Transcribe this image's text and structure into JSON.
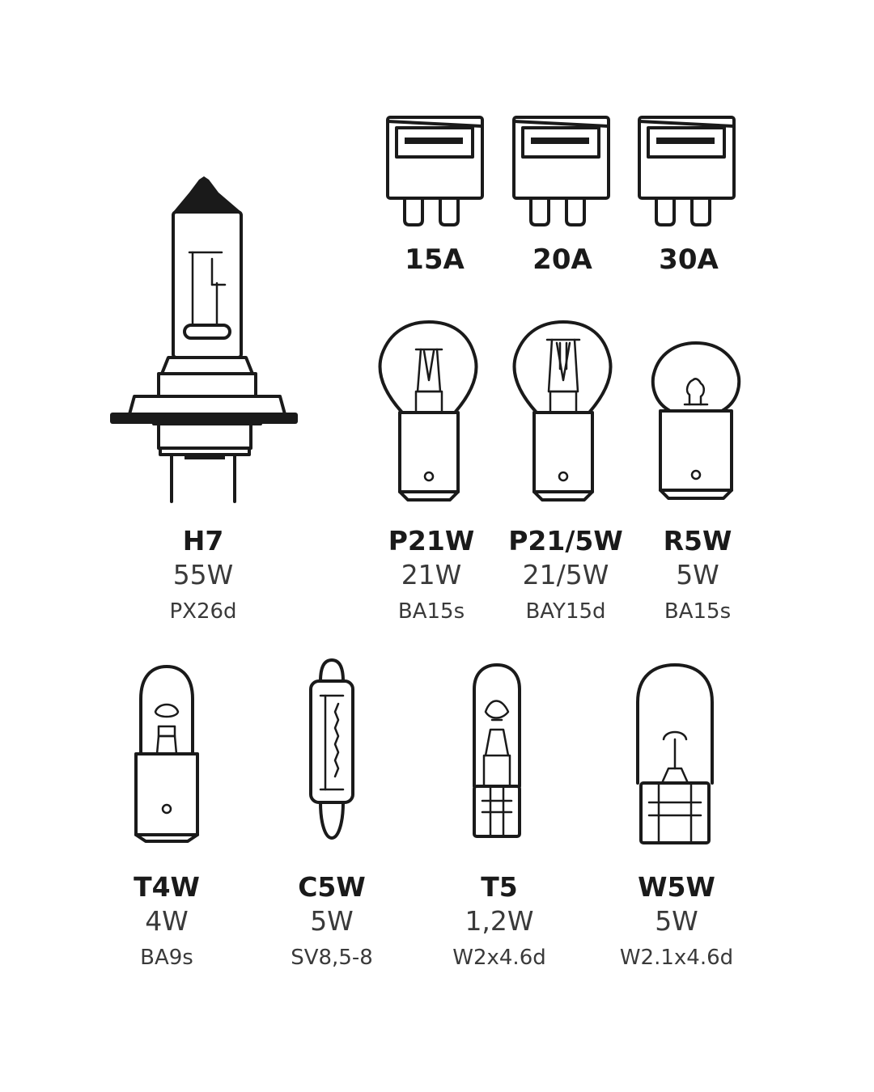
{
  "fuses": [
    {
      "rating": "15A"
    },
    {
      "rating": "20A"
    },
    {
      "rating": "30A"
    }
  ],
  "bulbs": [
    {
      "name": "H7",
      "power": "55W",
      "base": "PX26d",
      "icon": "h7-halogen-bulb-icon"
    },
    {
      "name": "P21W",
      "power": "21W",
      "base": "BA15s",
      "icon": "p21w-bulb-icon"
    },
    {
      "name": "P21/5W",
      "power": "21/5W",
      "base": "BAY15d",
      "icon": "p21-5w-bulb-icon"
    },
    {
      "name": "R5W",
      "power": "5W",
      "base": "BA15s",
      "icon": "r5w-bulb-icon"
    },
    {
      "name": "T4W",
      "power": "4W",
      "base": "BA9s",
      "icon": "t4w-bulb-icon"
    },
    {
      "name": "C5W",
      "power": "5W",
      "base": "SV8,5-8",
      "icon": "c5w-festoon-bulb-icon"
    },
    {
      "name": "T5",
      "power": "1,2W",
      "base": "W2x4.6d",
      "icon": "t5-wedge-bulb-icon"
    },
    {
      "name": "W5W",
      "power": "5W",
      "base": "W2.1x4.6d",
      "icon": "w5w-wedge-bulb-icon"
    }
  ]
}
